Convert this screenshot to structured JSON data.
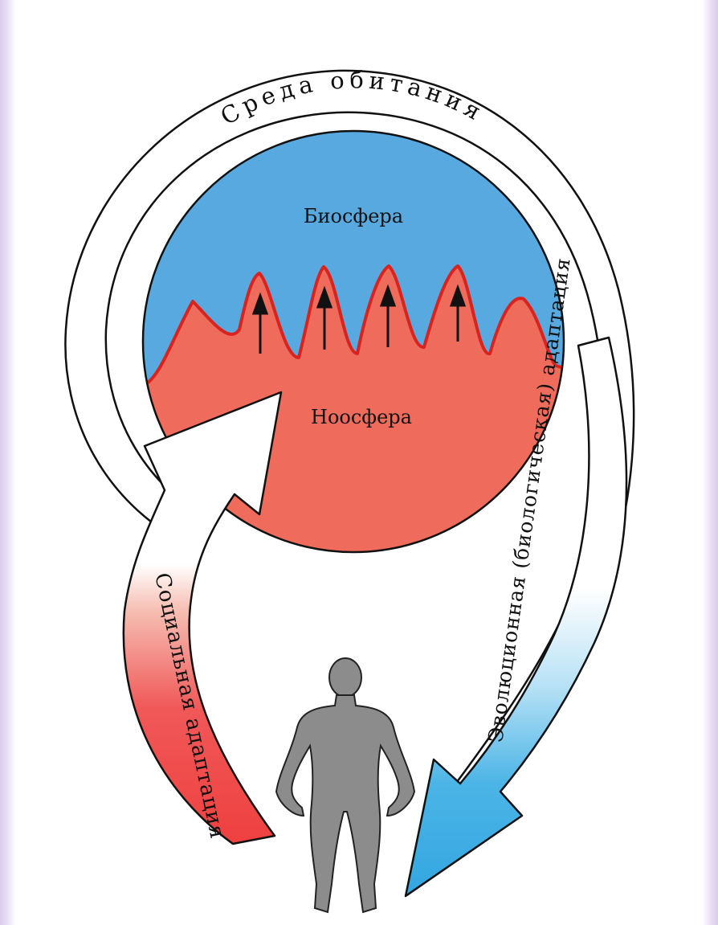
{
  "labels": {
    "environment": "Среда обитания",
    "biosphere": "Биосфера",
    "noosphere": "Ноосфера",
    "social_adaptation": "Социальная адаптация",
    "evolutionary_adaptation": "Эволюционная (биологическая) адаптация"
  },
  "colors": {
    "biosphere_blue": "#58a9df",
    "noosphere_red": "#ef6b5c",
    "peak_outline": "#d9231e",
    "arrow_blue": "#4bb4e6",
    "arrow_red": "#ef4b4b",
    "human_gray": "#8c8c8c"
  },
  "icons": {
    "human": "human-figure-icon",
    "growth_arrow": "arrow-up-icon"
  }
}
